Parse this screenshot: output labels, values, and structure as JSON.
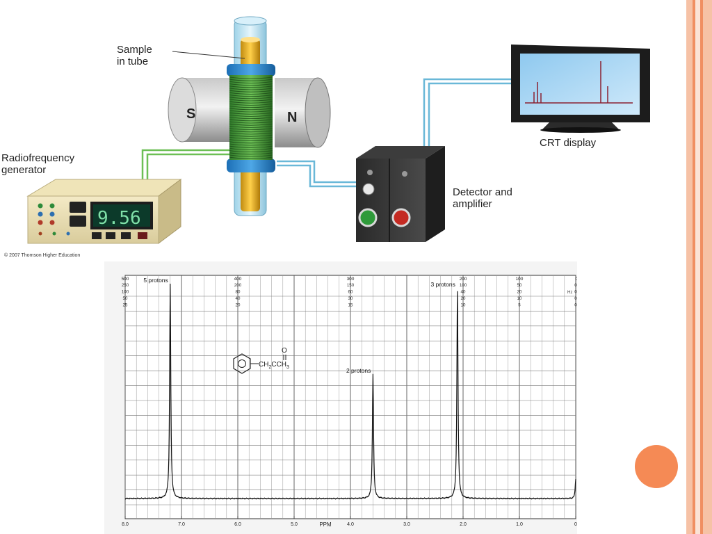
{
  "slide": {
    "accent_color": "#f58a55",
    "stripe_colors": [
      "#f6c2a6",
      "#f08f62",
      "#f9d6c3"
    ]
  },
  "apparatus": {
    "sample_label_line1": "Sample",
    "sample_label_line2": "in tube",
    "rf_label_line1": "Radiofrequency",
    "rf_label_line2": "generator",
    "rf_display_value": "9.56",
    "magnet_south": "S",
    "magnet_north": "N",
    "detector_label_line1": "Detector and",
    "detector_label_line2": "amplifier",
    "crt_label": "CRT display",
    "copyright": "© 2007 Thomson Higher Education"
  },
  "chart_data": {
    "type": "line",
    "xlabel": "PPM",
    "x_ticks": [
      "8.0",
      "7.0",
      "6.0",
      "5.0",
      "4.0",
      "3.0",
      "2.0",
      "1.0",
      "0"
    ],
    "xlim": [
      8.0,
      0.0
    ],
    "grid": true,
    "hz_scale_top": [
      "500",
      "400",
      "300",
      "200",
      "100",
      "0 Hz"
    ],
    "hz_scale_rows": [
      [
        "250",
        "200",
        "150",
        "100",
        "50",
        "0"
      ],
      [
        "100",
        "80",
        "60",
        "40",
        "20",
        "0"
      ],
      [
        "50",
        "40",
        "30",
        "20",
        "10",
        "0"
      ],
      [
        "25",
        "20",
        "15",
        "10",
        "5",
        "0"
      ]
    ],
    "hz_unit_right": "Hz",
    "peaks": [
      {
        "ppm": 7.2,
        "relative_height": 1.0,
        "label": "5 protons"
      },
      {
        "ppm": 3.6,
        "relative_height": 0.58,
        "label": "2 protons"
      },
      {
        "ppm": 2.1,
        "relative_height": 0.98,
        "label": "3 protons"
      },
      {
        "ppm": 0.0,
        "relative_height": 0.09,
        "label": ""
      }
    ],
    "structure": {
      "carbonyl_oxygen": "O",
      "formula_part1": "CH",
      "formula_sub1": "2",
      "formula_part2": "CCH",
      "formula_sub2": "3"
    }
  }
}
